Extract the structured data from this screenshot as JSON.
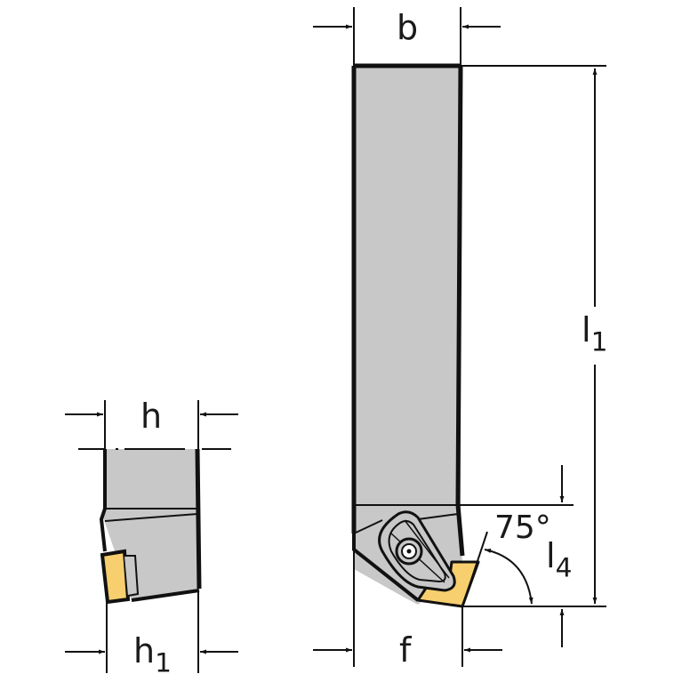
{
  "diagram": {
    "type": "technical-drawing",
    "subject": "turning tool holder",
    "colors": {
      "holder_fill": "#c8c8c8",
      "insert_fill": "#f7cf6e",
      "line": "#111111",
      "background": "#ffffff"
    },
    "side_view": {
      "dimensions": {
        "h": {
          "label": "h",
          "sub": ""
        },
        "h1": {
          "label": "h",
          "sub": "1"
        }
      }
    },
    "top_view": {
      "dimensions": {
        "b": {
          "label": "b",
          "sub": ""
        },
        "f": {
          "label": "f",
          "sub": ""
        },
        "l1": {
          "label": "l",
          "sub": "1"
        },
        "l4": {
          "label": "l",
          "sub": "4"
        },
        "angle": {
          "label": "75°"
        }
      }
    }
  }
}
